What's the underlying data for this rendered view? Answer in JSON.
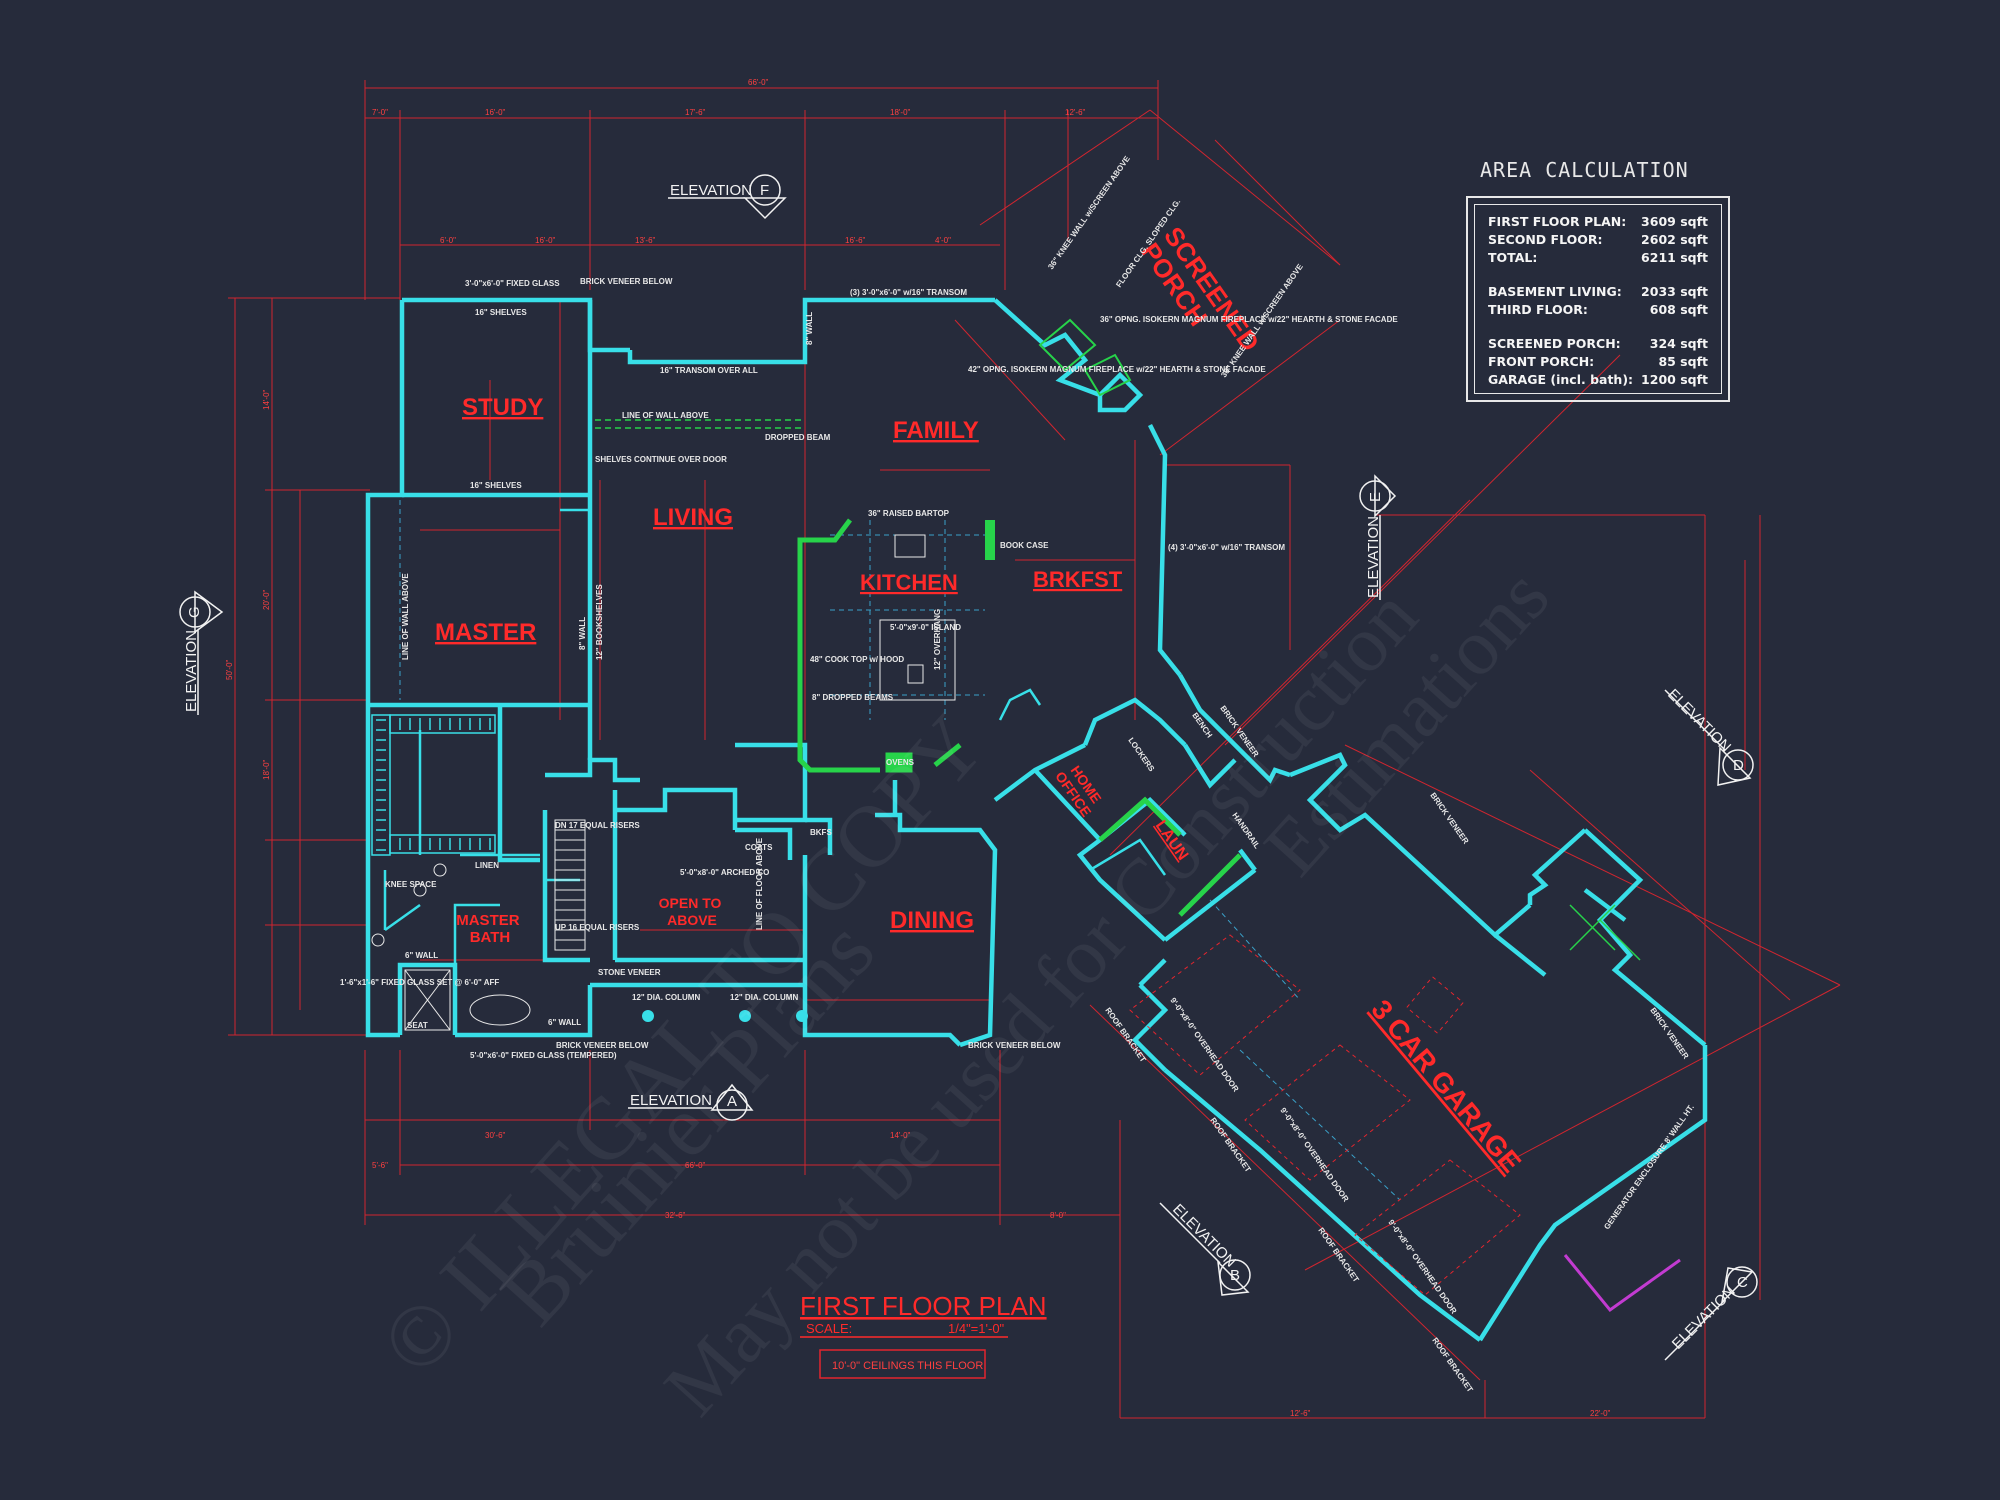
{
  "title": {
    "main": "FIRST FLOOR PLAN",
    "scale_label": "SCALE:",
    "scale_value": "1/4\"=1'-0\"",
    "ceiling_note": "10'-0\" CEILINGS THIS FLOOR"
  },
  "area_calculation": {
    "heading": "AREA CALCULATION",
    "rows": [
      {
        "label": "FIRST FLOOR PLAN:",
        "value": "3609 sqft"
      },
      {
        "label": "SECOND FLOOR:",
        "value": "2602 sqft"
      },
      {
        "label": "TOTAL:",
        "value": "6211 sqft"
      },
      {
        "label": "BASEMENT LIVING:",
        "value": "2033 sqft"
      },
      {
        "label": "THIRD FLOOR:",
        "value": "608 sqft"
      },
      {
        "label": "SCREENED PORCH:",
        "value": "324 sqft"
      },
      {
        "label": "FRONT PORCH:",
        "value": "85 sqft"
      },
      {
        "label": "GARAGE (incl. bath):",
        "value": "1200 sqft"
      }
    ]
  },
  "rooms": {
    "study": "STUDY",
    "living": "LIVING",
    "family": "FAMILY",
    "master": "MASTER",
    "kitchen": "KITCHEN",
    "brkfst": "BRKFST",
    "screened_porch_1": "SCREENED",
    "screened_porch_2": "PORCH",
    "home_1": "HOME",
    "home_2": "OFFICE",
    "laun": "LAUN",
    "master_bath_1": "MASTER",
    "master_bath_2": "BATH",
    "open_1": "OPEN TO",
    "open_2": "ABOVE",
    "dining": "DINING",
    "garage": "3 CAR GARAGE"
  },
  "elevations": {
    "a": {
      "label": "ELEVATION",
      "letter": "A"
    },
    "b": {
      "label": "ELEVATION",
      "letter": "B"
    },
    "c": {
      "label": "ELEVATION",
      "letter": "C"
    },
    "d": {
      "label": "ELEVATION",
      "letter": "D"
    },
    "e": {
      "label": "ELEVATION",
      "letter": "E"
    },
    "f": {
      "label": "ELEVATION",
      "letter": "F"
    },
    "g": {
      "label": "ELEVATION",
      "letter": "G"
    }
  },
  "notes": {
    "fixed_glass": "3'-0\"x6'-0\" FIXED GLASS",
    "brick_veneer_below": "BRICK VENEER BELOW",
    "shelves_16": "16\" SHELVES",
    "transom_over_all": "16\" TRANSOM OVER ALL",
    "line_of_wall_above": "LINE OF WALL ABOVE",
    "dropped_beam": "DROPPED BEAM",
    "shelves_continue": "SHELVES CONTINUE OVER DOOR",
    "raised_bartop": "36\" RAISED BARTOP",
    "book_case": "BOOK CASE",
    "island": "5'-0\"x9'-0\" ISLAND",
    "cook_top": "48\" COOK TOP w/ HOOD",
    "dropped_beams": "8\" DROPPED BEAMS",
    "overhang": "12\" OVERHANG",
    "oven": "OVENS",
    "transom_4": "(4) 3'-0\"x6'-0\" w/16\" TRANSOM",
    "transom_3": "(3) 3'-0\"x6'-0\" w/16\" TRANSOM",
    "fireplace_1": "42\" OPNG. ISOKERN MAGNUM FIREPLACE w/22\" HEARTH & STONE FACADE",
    "fireplace_2": "36\" OPNG. ISOKERN MAGNUM FIREPLACE w/22\" HEARTH & STONE FACADE",
    "knee_wall_1": "36\" KNEE WALL w/SCREEN ABOVE",
    "knee_wall_2": "36\" KNEE WALL w/SCREEN ABOVE",
    "sloped_clg": "FLOOR CLG. SLOPED CLG.",
    "brick_veneer": "BRICK VENEER",
    "lockers": "LOCKERS",
    "bench": "BENCH",
    "overhead_door_1": "9'-0\"x8'-0\" OVERHEAD DOOR",
    "overhead_door_2": "9'-0\"x8'-0\" OVERHEAD DOOR",
    "overhead_door_3": "9'-0\"x8'-0\" OVERHEAD DOOR",
    "roof_bracket": "ROOF BRACKET",
    "column_1": "12\" DIA. COLUMN",
    "column_2": "12\" DIA. COLUMN",
    "stone_veneer": "STONE VENEER",
    "equal_risers_down": "DN 17 EQUAL RISERS",
    "equal_risers_up": "UP 16 EQUAL RISERS",
    "linen": "LINEN",
    "coats": "COATS",
    "bkfs": "BKFS",
    "knee_space": "KNEE SPACE",
    "seat": "SEAT",
    "fixed_glass_tempered": "5'-0\"x6'-0\" FIXED GLASS (TEMPERED)",
    "fixed_glass_set": "1'-6\"x1'-6\" FIXED GLASS SET @ 6'-0\" AFF",
    "bookshelves_12": "12\" BOOKSHELVES",
    "line_of_floor_above": "LINE OF FLOOR ABOVE",
    "arched_co": "5'-0\"x8'-0\" ARCHED CO",
    "generator": "GENERATOR ENCLOSURE 8' WALL HT.",
    "handrail": "HANDRAIL",
    "wall_6": "6\" WALL",
    "wall_8": "8\" WALL"
  },
  "dimensions": {
    "overall_top": "66'-0\"",
    "overall_bottom": "66'-0\"",
    "overall_left": "50'-0\"",
    "d1": "7'-0\"",
    "d2": "16'-0\"",
    "d3": "17'-6\"",
    "d4": "18'-0\"",
    "d5": "12'-6\"",
    "d6": "6'-0\"",
    "d7": "16'-0\"",
    "d8": "13'-6\"",
    "d9": "16'-6\"",
    "d10": "4'-0\"",
    "d11": "14'-0\"",
    "d12": "20'-0\"",
    "d13": "18'-0\"",
    "d14": "5'-6\"",
    "d15": "30'-6\"",
    "d16": "32'-6\"",
    "d17": "14'-0\"",
    "d18": "8'-0\"",
    "d19": "12'-6\"",
    "d20": "22'-0\""
  },
  "watermark": {
    "line1": "© ILLEGAL TO COPY",
    "line2": "Bruinier Plans",
    "line3": "May not be used for Construction",
    "line4": "Estimations"
  },
  "colors": {
    "background": "#262b3b",
    "wall": "#38dfe8",
    "dimension": "#e3252e",
    "room_label": "#ff2a2a",
    "note": "#e8e8e8",
    "feature_green": "#27d34a",
    "magenta": "#c23bd1"
  }
}
